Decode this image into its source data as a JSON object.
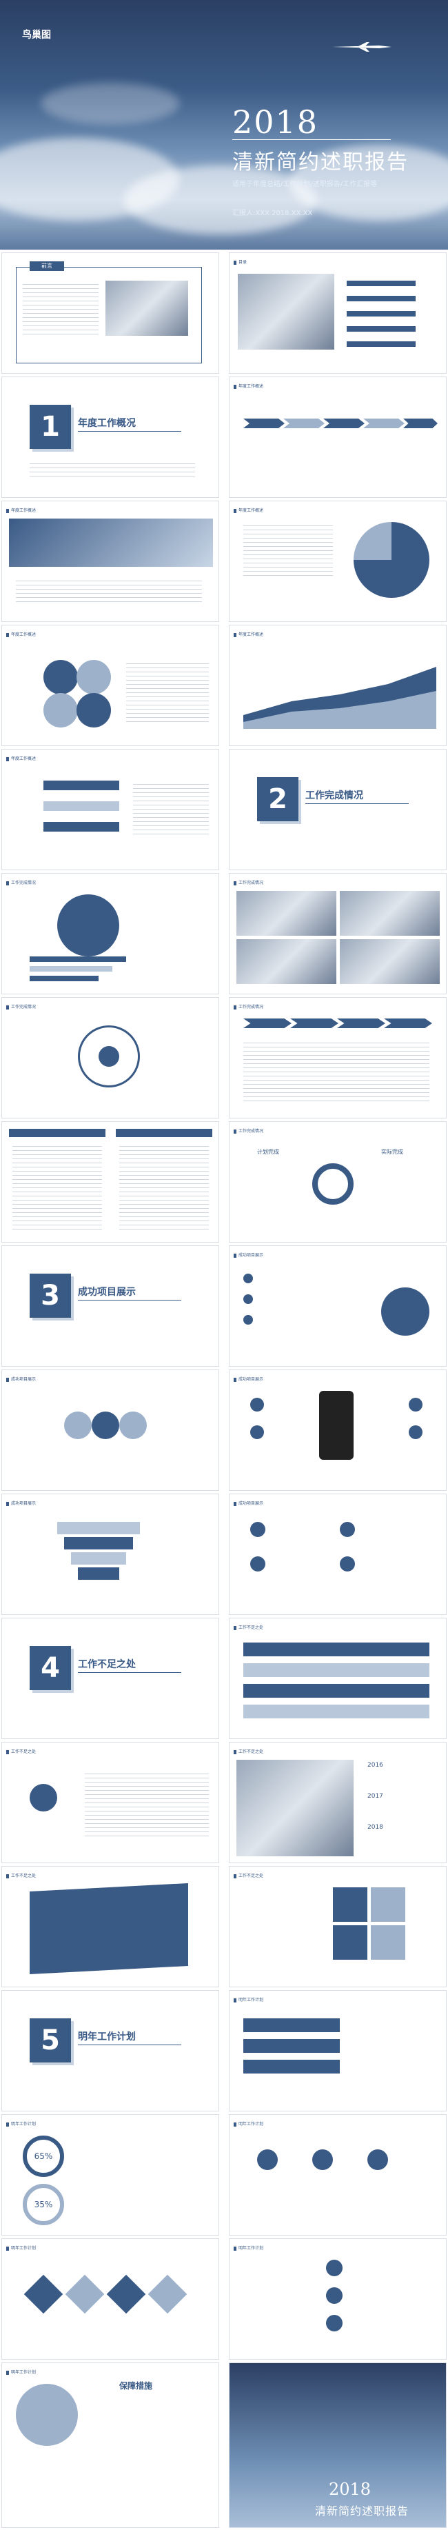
{
  "cover": {
    "logo": "鸟巢图",
    "year": "2018",
    "title": "清新简约述职报告",
    "subtitle": "适用于年度总结/工作计划/述职报告/工作汇报等",
    "reporter": "汇报人:XXX  2018.XX.XX"
  },
  "slides": {
    "intro_title": "前言",
    "contents_title": "目录",
    "sec1_num": "1",
    "sec1_title": "年度工作概况",
    "sec2_num": "2",
    "sec2_title": "工作完成情况",
    "sec3_num": "3",
    "sec3_title": "成功项目展示",
    "sec4_num": "4",
    "sec4_title": "工作不足之处",
    "sec5_num": "5",
    "sec5_title": "明年工作计划",
    "overview_hdr": "年度工作概述",
    "completion_hdr": "工作完成情况",
    "project_hdr": "成功项目展示",
    "shortfall_hdr": "工作不足之处",
    "plan_hdr": "明年工作计划",
    "years": [
      "2016",
      "2017",
      "2018"
    ],
    "percent_a": "65%",
    "percent_b": "35%",
    "closing_hdr": "保障措施",
    "plan_label": "计划完成",
    "actual_label": "实际完成"
  },
  "closing": {
    "year": "2018",
    "title": "清新简约述职报告"
  }
}
